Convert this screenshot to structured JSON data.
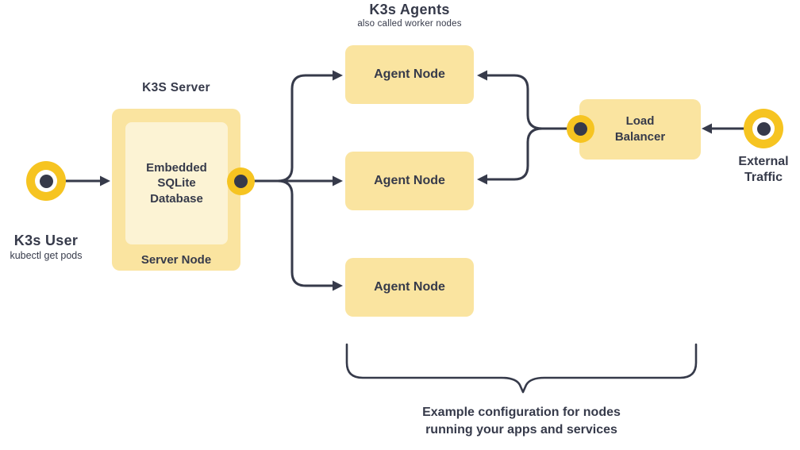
{
  "colors": {
    "box_fill": "#FAE4A0",
    "box_inner_fill": "#FCF3D4",
    "accent_yellow": "#F6C421",
    "ink": "#363A4A",
    "background": "#FFFFFF"
  },
  "header": {
    "title": "K3s Agents",
    "subtitle": "also called worker nodes"
  },
  "user": {
    "label": "K3s User",
    "sublabel": "kubectl get pods"
  },
  "server": {
    "title": "K3S Server",
    "inner_label": "Embedded SQLite Database",
    "footer_label": "Server Node"
  },
  "agents": [
    {
      "label": "Agent Node"
    },
    {
      "label": "Agent Node"
    },
    {
      "label": "Agent Node"
    }
  ],
  "load_balancer": {
    "label": "Load Balancer"
  },
  "external": {
    "label": "External Traffic"
  },
  "caption": {
    "line1": "Example configuration for nodes",
    "line2": "running your apps and services"
  }
}
